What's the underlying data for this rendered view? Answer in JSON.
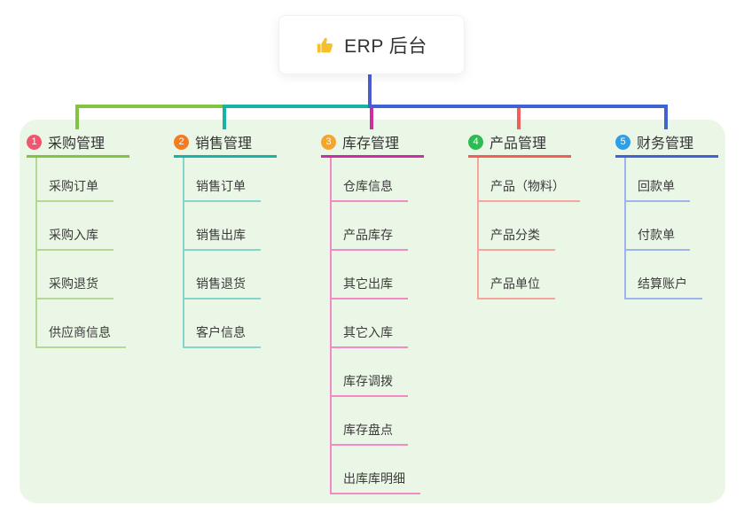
{
  "root": {
    "label": "ERP 后台",
    "icon": "thumbs-up-icon",
    "icon_color": "#f5c02c",
    "connector_color": "#4a5ed0"
  },
  "panel_color": "#ebf7e6",
  "branches": [
    {
      "badge": "1",
      "label": "采购管理",
      "badge_color": "#f2556e",
      "line_color": "#82c341",
      "child_line_color": "#b4d996",
      "children": [
        "采购订单",
        "采购入库",
        "采购退货",
        "供应商信息"
      ]
    },
    {
      "badge": "2",
      "label": "销售管理",
      "badge_color": "#f57b20",
      "line_color": "#16b3a6",
      "child_line_color": "#85d5cb",
      "children": [
        "销售订单",
        "销售出库",
        "销售退货",
        "客户信息"
      ]
    },
    {
      "badge": "3",
      "label": "库存管理",
      "badge_color": "#f5a52a",
      "line_color": "#cc2da1",
      "child_line_color": "#f28ac6",
      "children": [
        "仓库信息",
        "产品库存",
        "其它出库",
        "其它入库",
        "库存调拨",
        "库存盘点",
        "出库库明细"
      ]
    },
    {
      "badge": "4",
      "label": "产品管理",
      "badge_color": "#2dbb55",
      "line_color": "#f35f56",
      "child_line_color": "#f8a39b",
      "children": [
        "产品（物料）",
        "产品分类",
        "产品单位"
      ]
    },
    {
      "badge": "5",
      "label": "财务管理",
      "badge_color": "#2d9fe8",
      "line_color": "#3f62d6",
      "child_line_color": "#9fb4ec",
      "children": [
        "回款单",
        "付款单",
        "结算账户"
      ]
    }
  ]
}
